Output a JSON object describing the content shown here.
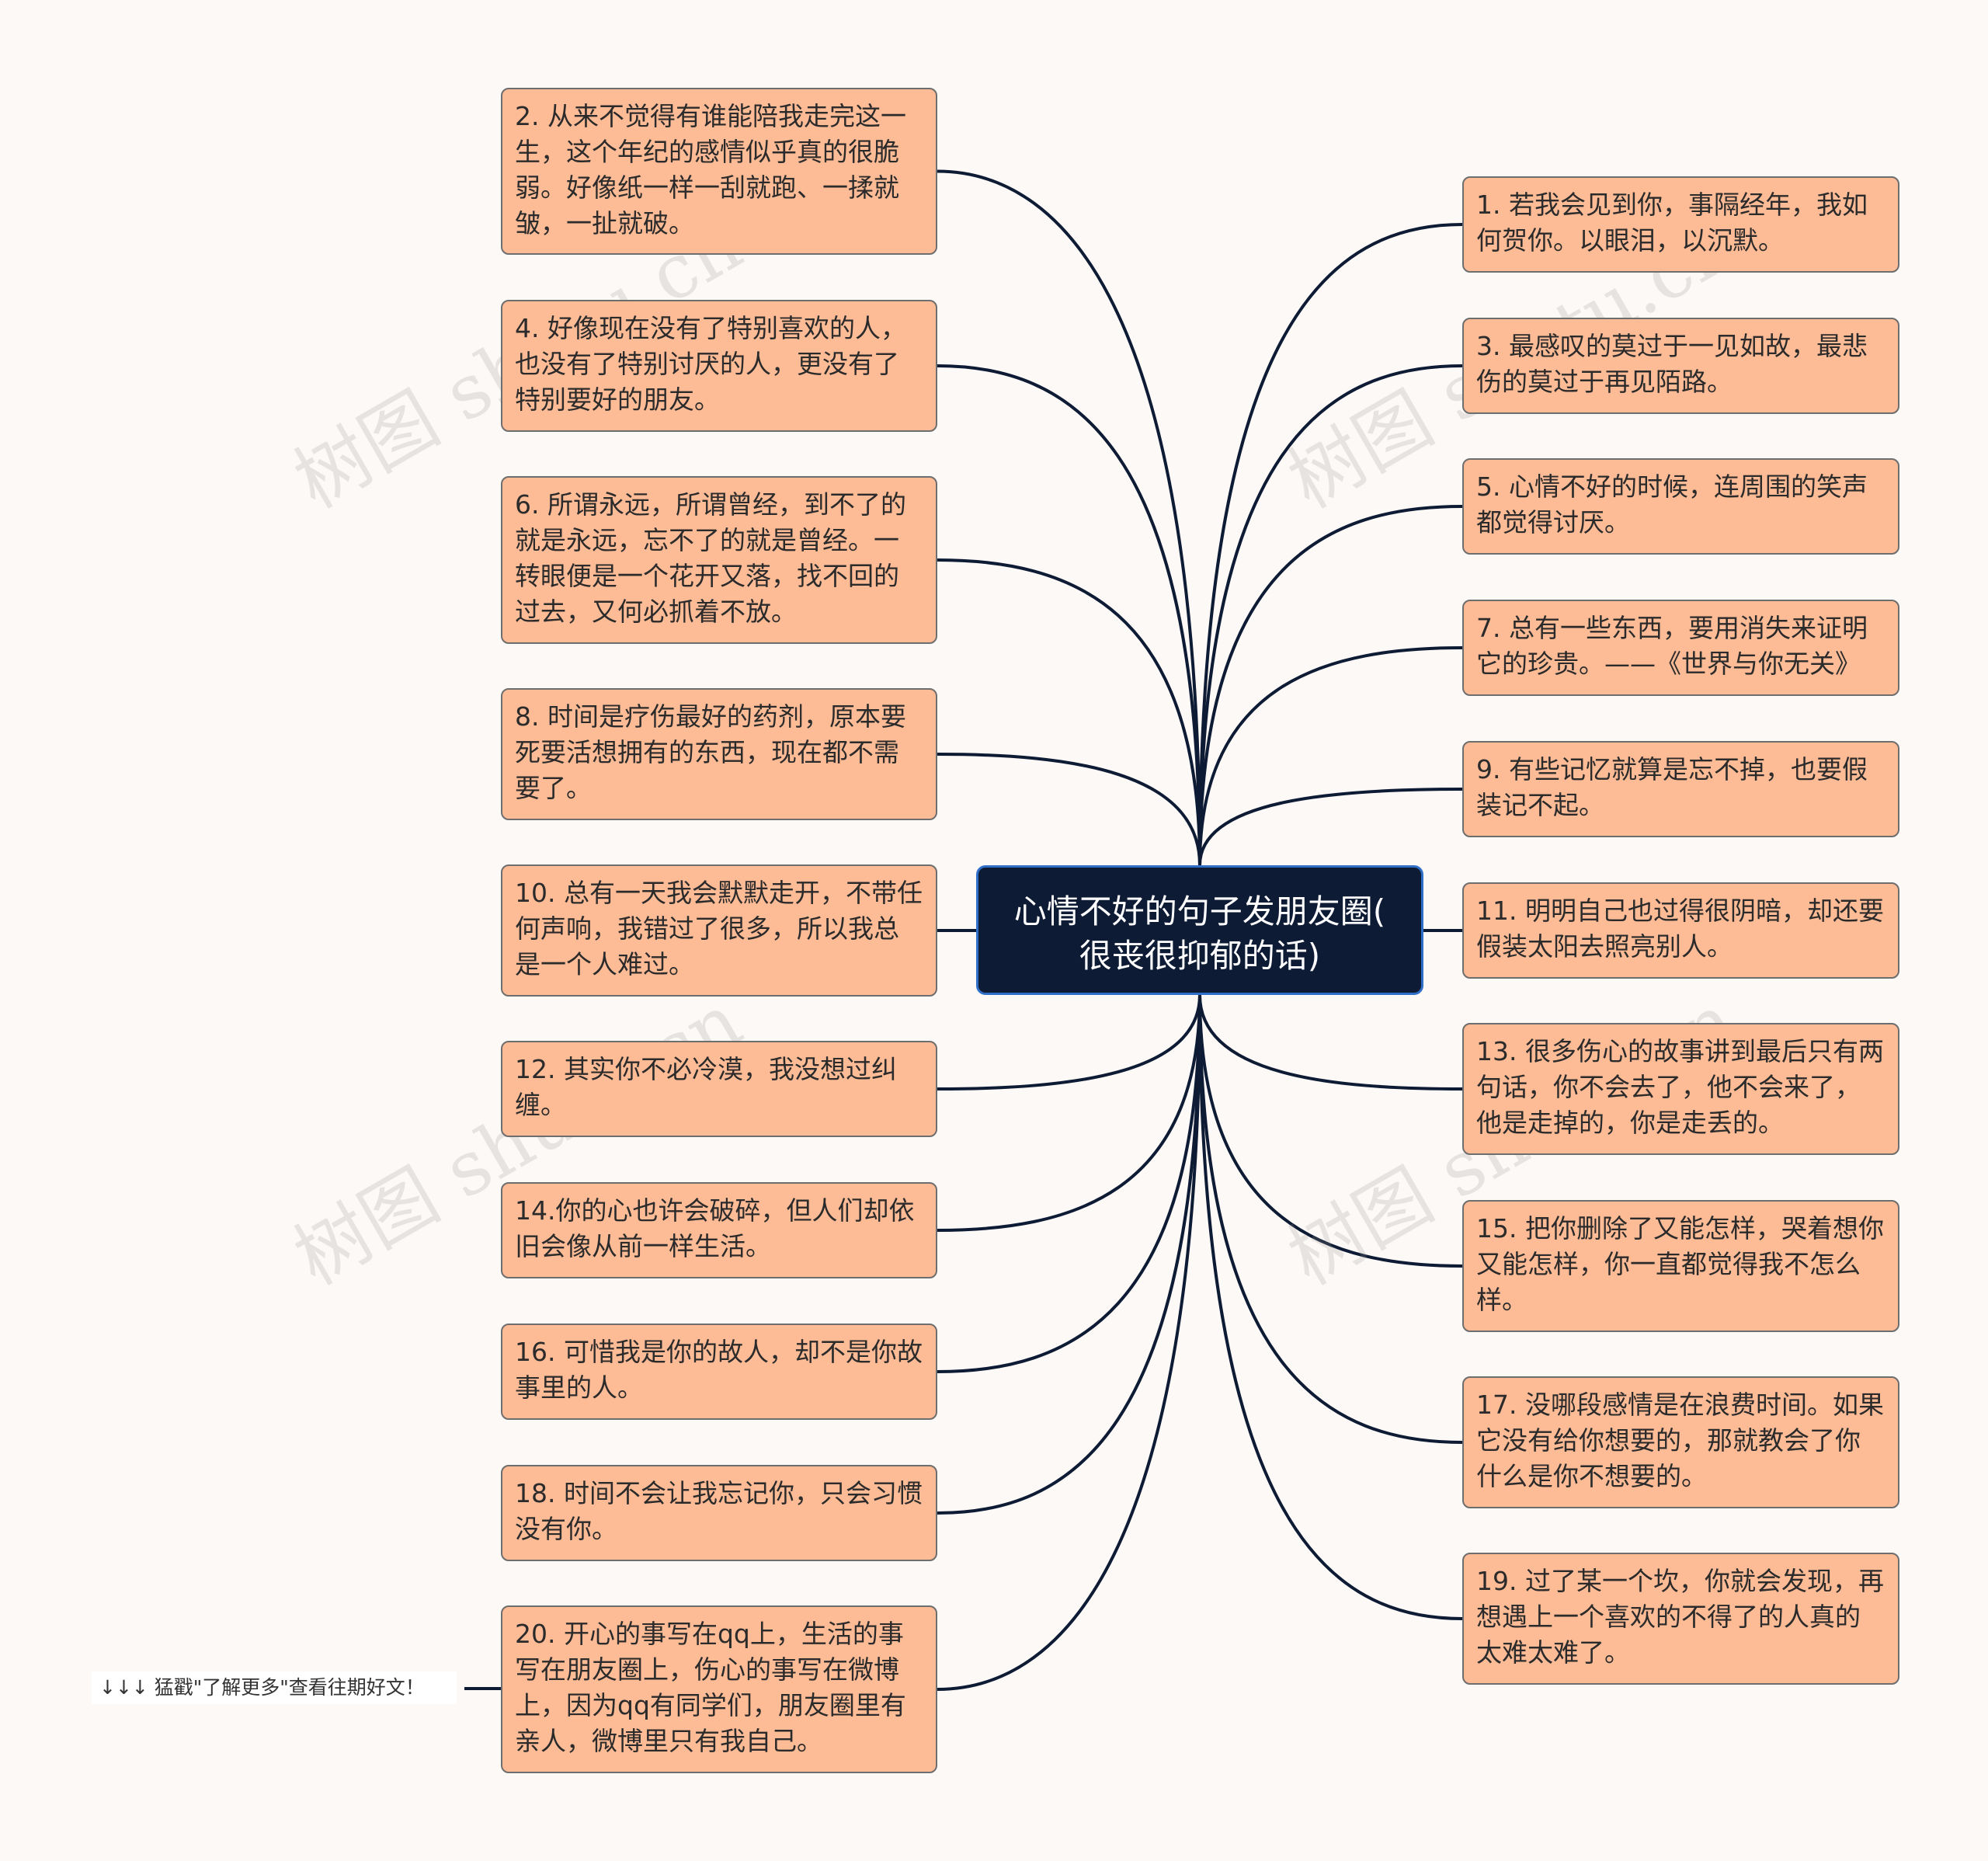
{
  "root": {
    "line1": "心情不好的句子发朋友圈(",
    "line2": "很丧很抑郁的话)"
  },
  "left_nodes": [
    "2. 从来不觉得有谁能陪我走完这一生，这个年纪的感情似乎真的很脆弱。好像纸一样一刮就跑、一揉就皱，一扯就破。",
    "4. 好像现在没有了特别喜欢的人，也没有了特别讨厌的人，更没有了特别要好的朋友。",
    "6. 所谓永远，所谓曾经，到不了的就是永远，忘不了的就是曾经。一转眼便是一个花开又落，找不回的过去，又何必抓着不放。",
    "8. 时间是疗伤最好的药剂，原本要死要活想拥有的东西，现在都不需要了。",
    "10. 总有一天我会默默走开，不带任何声响，我错过了很多，所以我总是一个人难过。",
    "12. 其实你不必冷漠，我没想过纠缠。",
    "14.你的心也许会破碎，但人们却依旧会像从前一样生活。",
    "16. 可惜我是你的故人，却不是你故事里的人。",
    "18. 时间不会让我忘记你，只会习惯没有你。",
    "20. 开心的事写在qq上，生活的事写在朋友圈上，伤心的事写在微博上，因为qq有同学们，朋友圈里有亲人，微博里只有我自己。"
  ],
  "right_nodes": [
    "1. 若我会见到你，事隔经年，我如何贺你。以眼泪，以沉默。",
    "3. 最感叹的莫过于一见如故，最悲伤的莫过于再见陌路。",
    "5. 心情不好的时候，连周围的笑声都觉得讨厌。",
    "7. 总有一些东西，要用消失来证明它的珍贵。——《世界与你无关》",
    "9. 有些记忆就算是忘不掉，也要假装记不起。",
    "11. 明明自己也过得很阴暗，却还要假装太阳去照亮别人。",
    "13. 很多伤心的故事讲到最后只有两句话，你不会去了，他不会来了，他是走掉的，你是走丢的。",
    "15. 把你删除了又能怎样，哭着想你又能怎样，你一直都觉得我不怎么样。",
    "17. 没哪段感情是在浪费时间。如果它没有给你想要的，那就教会了你什么是你不想要的。",
    "19. 过了某一个坎，你就会发现，再想遇上一个喜欢的不得了的人真的太难太难了。"
  ],
  "note": "↓↓↓ 猛戳\"了解更多\"查看往期好文！",
  "watermark": "树图 shutu.cn",
  "colors": {
    "node_fill": "#fdbb96",
    "root_fill": "#0e1b34",
    "line": "#0e1b34",
    "root_border": "#2f6fc8"
  }
}
